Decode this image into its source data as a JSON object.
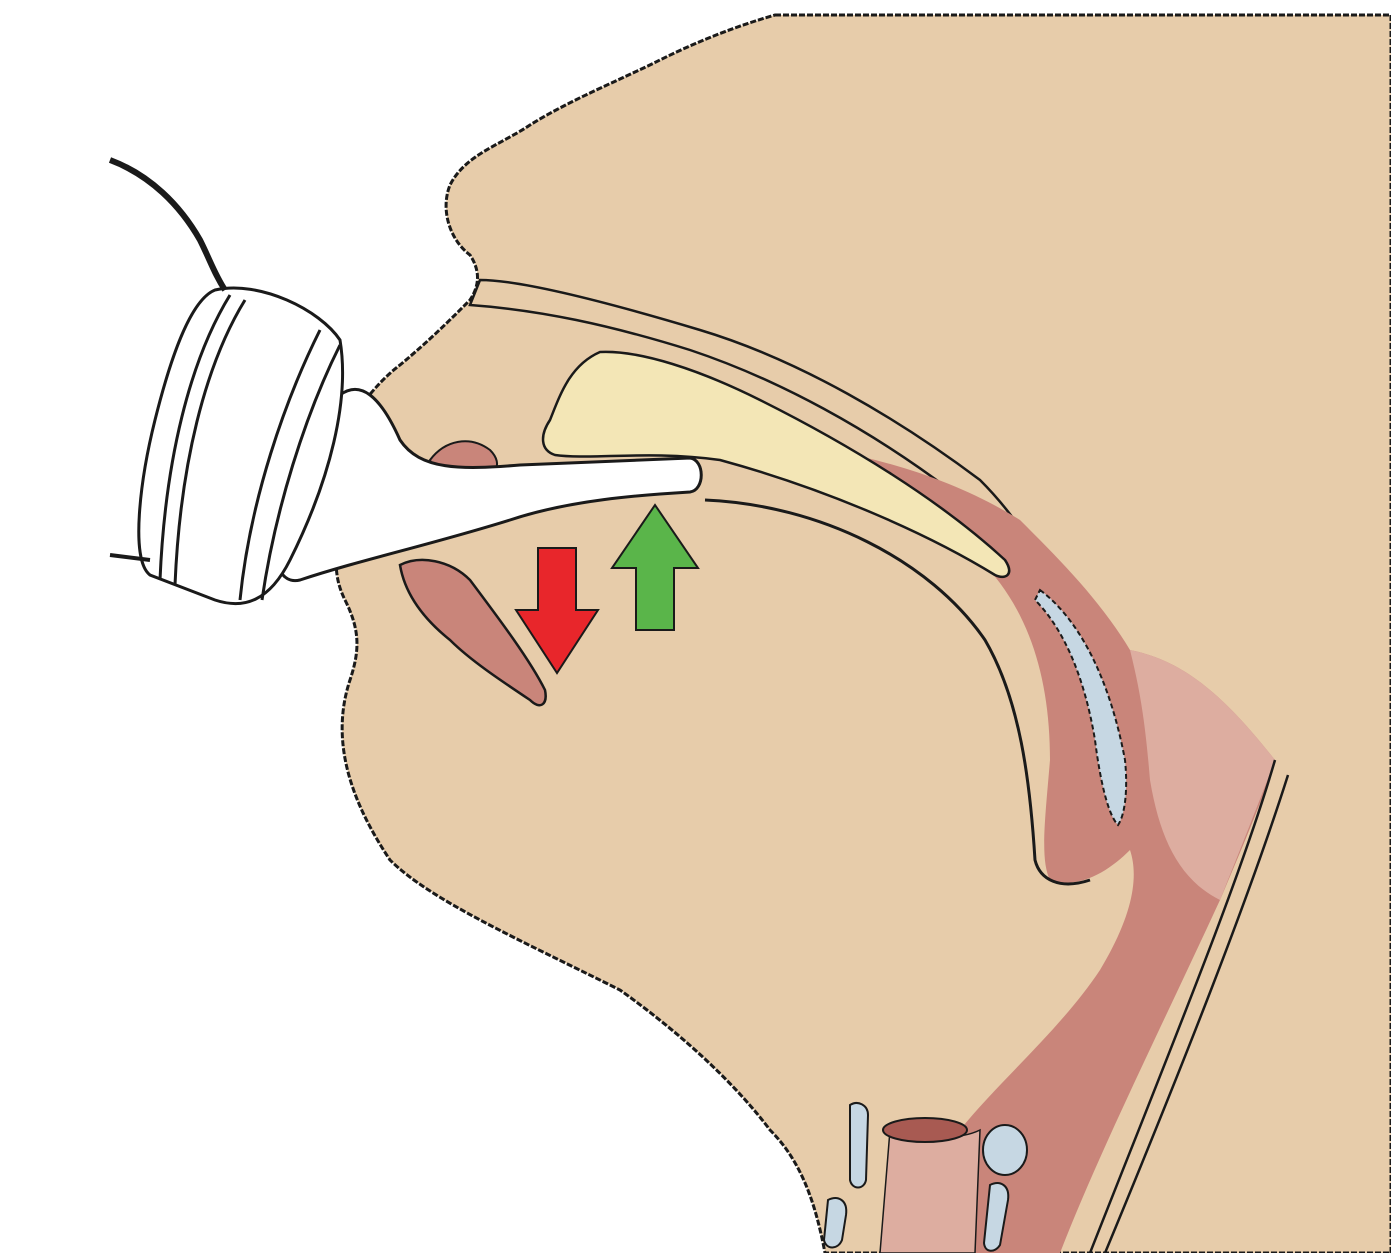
{
  "diagram": {
    "labels": [],
    "colors": {
      "background": "#ffffff",
      "skin": "#e7ccaa",
      "tissue": "#c9857a",
      "tissue_light": "#ddada0",
      "bone": "#f3e6b6",
      "cartilage": "#c6d7e3",
      "device": "#ffffff",
      "outline": "#1a1a1a",
      "arrow_down": "#e8262b",
      "arrow_up": "#5ab54a"
    },
    "arrows": [
      {
        "name": "down-arrow",
        "direction": "down",
        "color": "#e8262b"
      },
      {
        "name": "up-arrow",
        "direction": "up",
        "color": "#5ab54a"
      }
    ]
  }
}
